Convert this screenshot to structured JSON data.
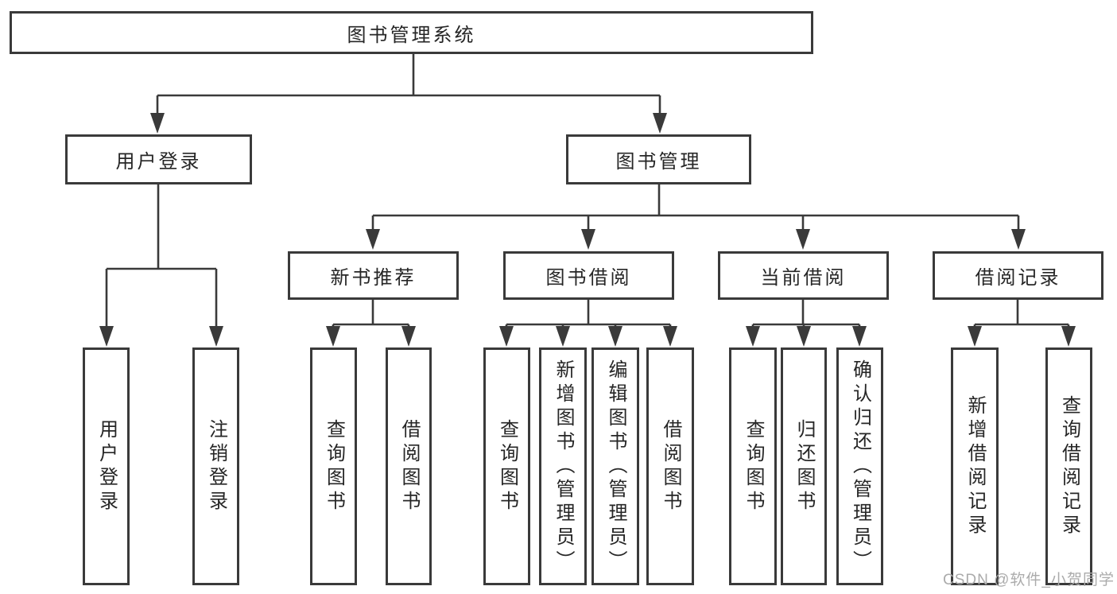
{
  "tree": {
    "label": "图书管理系统",
    "children": [
      {
        "label": "用户登录",
        "children": [
          {
            "label": "用户登录"
          },
          {
            "label": "注销登录"
          }
        ]
      },
      {
        "label": "图书管理",
        "children": [
          {
            "label": "新书推荐",
            "children": [
              {
                "label": "查询图书"
              },
              {
                "label": "借阅图书"
              }
            ]
          },
          {
            "label": "图书借阅",
            "children": [
              {
                "label": "查询图书"
              },
              {
                "label": "新增图书（管理员）"
              },
              {
                "label": "编辑图书（管理员）"
              },
              {
                "label": "借阅图书"
              }
            ]
          },
          {
            "label": "当前借阅",
            "children": [
              {
                "label": "查询图书"
              },
              {
                "label": "归还图书"
              },
              {
                "label": "确认归还（管理员）"
              }
            ]
          },
          {
            "label": "借阅记录",
            "children": [
              {
                "label": "新增借阅记录"
              },
              {
                "label": "查询借阅记录"
              }
            ]
          }
        ]
      }
    ]
  },
  "watermark": "CSDN @软件_小贺同学",
  "colors": {
    "line": "#3a3a3a",
    "text": "#262626",
    "background": "#ffffff",
    "watermark": "#ababab"
  }
}
